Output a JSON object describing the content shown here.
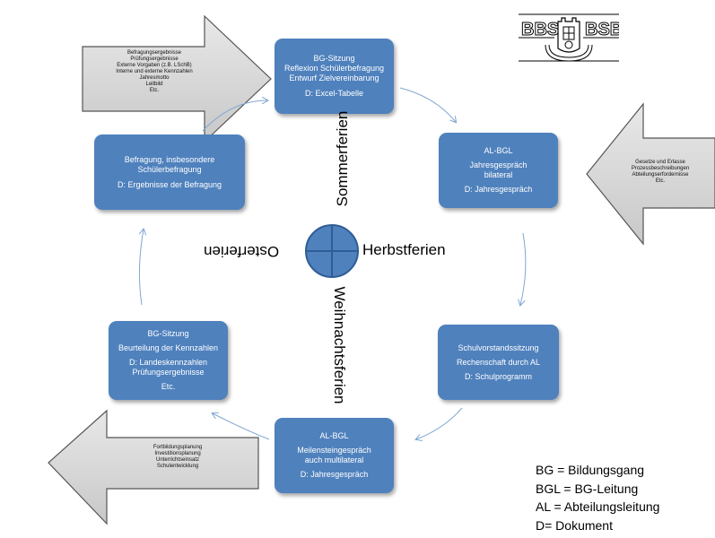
{
  "boxes": {
    "top": [
      "BG-Sitzung",
      "Reflexion Schülerbefragung",
      "Entwurf Zielvereinbarung",
      "",
      "D: Excel-Tabelle"
    ],
    "right_upper": [
      "AL-BGL",
      "",
      "Jahresgespräch",
      "bilateral",
      "",
      "D: Jahresgespräch"
    ],
    "right_lower": [
      "Schulvorstandssitzung",
      "",
      "Rechenschaft durch AL",
      "",
      "D: Schulprogramm"
    ],
    "bottom": [
      "AL-BGL",
      "",
      "Meilensteingespräch",
      "auch multilateral",
      "",
      "D: Jahresgespräch"
    ],
    "left_lower": [
      "BG-Sitzung",
      "",
      "Beurteilung der Kennzahlen",
      "",
      "D: Landeskennzahlen",
      "Prüfungsergebnisse",
      "",
      "Etc."
    ],
    "left_upper": [
      "Befragung, insbesondere",
      "Schülerbefragung",
      "",
      "D: Ergebnisse der Befragung"
    ]
  },
  "input_arrows": {
    "top_left": [
      "Befragungsergebnisse",
      "Prüfungsergebnisse",
      "Externe Vorgaben (z.B. LSchB)",
      "Interne und externe Kennzahlen",
      "Jahresmotto",
      "Leitbild",
      "Etc."
    ],
    "right": [
      "Gesetze und Erlasse",
      "Prozessbeschreibungen",
      "Abteilungserfordernisse",
      "Etc."
    ],
    "bottom_left": [
      "Fortbildungsplanung",
      "Investitionsplanung",
      "Unterrichtseinsatz",
      "Schulentwicklung"
    ]
  },
  "seasons": {
    "summer": "Sommerferien",
    "autumn": "Herbstferien",
    "christmas": "Weihnachtsferien",
    "easter": "Osterferien"
  },
  "legend": [
    "BG = Bildungsgang",
    "BGL = BG-Leitung",
    "AL = Abteilungsleitung",
    "D= Dokument"
  ],
  "logo": {
    "left_text": "BBS",
    "right_text": "BSB"
  },
  "colors": {
    "box": "#4f81bd",
    "connector": "#7fa7d3",
    "arrow_fill": "#d9d9d9",
    "arrow_stroke": "#555555"
  }
}
